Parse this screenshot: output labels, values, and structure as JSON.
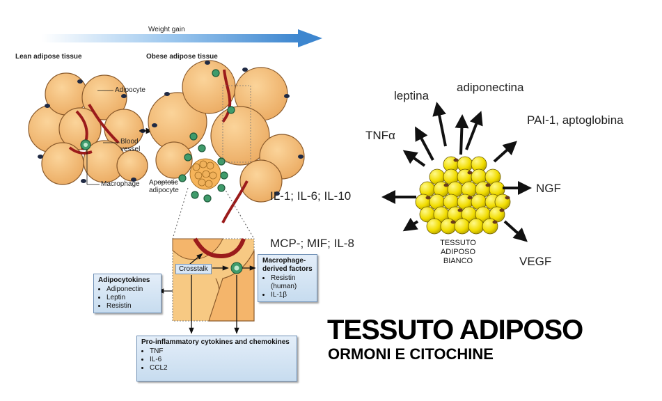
{
  "top_arrow": {
    "label": "Weight gain"
  },
  "left_panel": {
    "lean_title": "Lean adipose tissue",
    "obese_title": "Obese adipose tissue",
    "labels": {
      "adipocyte": "Adipocyte",
      "blood_vessel": "Blood\nvessel",
      "macrophage": "Macrophage",
      "apoptotic": "Apoptotic\nadipocyte"
    },
    "crosstalk": "Crosstalk",
    "adipocytokines": {
      "title": "Adipocytokines",
      "items": [
        "Adiponectin",
        "Leptin",
        "Resistin"
      ]
    },
    "macrophage_factors": {
      "title": "Macrophage-\nderived factors",
      "items": [
        "Resistin (human)",
        "IL-1β"
      ]
    },
    "proinflammatory": {
      "title": "Pro-inflammatory cytokines and chemokines",
      "items": [
        "TNF",
        "IL-6",
        "CCL2"
      ]
    }
  },
  "right_panel": {
    "center_label": "TESSUTO\nADIPOSO\nBIANCO",
    "factors": {
      "leptina": "leptina",
      "adiponectina": "adiponectina",
      "tnf": "TNFα",
      "pai": "PAI-1, aptoglobina",
      "il": "IL-1; IL-6; IL-10",
      "ngf": "NGF",
      "mcp": "MCP-; MIF; IL-8",
      "vegf": "VEGF"
    }
  },
  "title": "TESSUTO ADIPOSO",
  "subtitle": "ORMONI E CITOCHINE",
  "colors": {
    "adipocyte_fill": "#f5c07c",
    "adipocyte_stroke": "#8a5a2b",
    "vessel": "#9b1b1b",
    "macrophage": "#3f9b6b",
    "nucleus": "#1f2a44",
    "fat_cell_yellow": "#f4e200",
    "arrow_blue": "#5fa3dc",
    "box_fill": "#d6e6f5"
  }
}
